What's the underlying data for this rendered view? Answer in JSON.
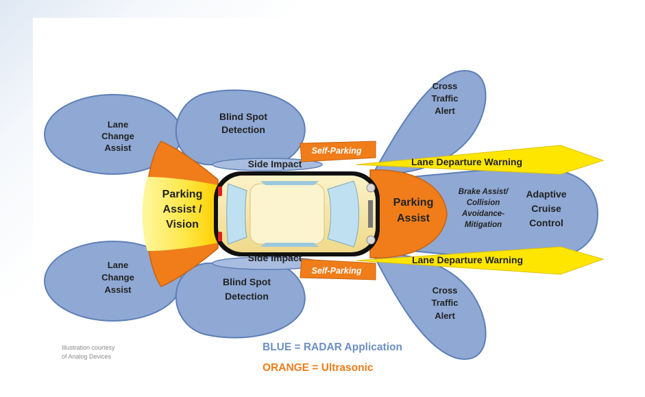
{
  "colors": {
    "radar_fill": "#8fa8d4",
    "radar_stroke": "#5d7fb6",
    "ultrasonic_fill": "#f07d1a",
    "vision_fill": "#ffee55",
    "lane_fill": "#ffe600",
    "car_body": "#f6e7a8",
    "legend_blue": "#6b8fc4",
    "legend_orange": "#f07d1a"
  },
  "zones": {
    "lane_change_top": [
      "Lane",
      "Change",
      "Assist"
    ],
    "lane_change_bottom": [
      "Lane",
      "Change",
      "Assist"
    ],
    "blind_spot_top": [
      "Blind Spot",
      "Detection"
    ],
    "blind_spot_bottom": [
      "Blind Spot",
      "Detection"
    ],
    "cross_traffic_top": [
      "Cross",
      "Traffic",
      "Alert"
    ],
    "cross_traffic_bottom": [
      "Cross",
      "Traffic",
      "Alert"
    ],
    "parking_rear": [
      "Parking",
      "Assist /",
      "Vision"
    ],
    "parking_front": [
      "Parking",
      "Assist"
    ],
    "brake_assist": [
      "Brake Assist/",
      "Collision",
      "Avoidance-",
      "Mitigation"
    ],
    "acc": [
      "Adaptive",
      "Cruise",
      "Control"
    ],
    "side_impact_top": "Side Impact",
    "side_impact_bottom": "Side Impact",
    "self_parking_top": "Self-Parking",
    "self_parking_bottom": "Self-Parking",
    "ldw_top": "Lane Departure Warning",
    "ldw_bottom": "Lane Departure Warning"
  },
  "credit": [
    "Illustration courtesy",
    "of Analog Devices"
  ],
  "legend": {
    "blue": "BLUE = RADAR Application",
    "orange": "ORANGE = Ultrasonic"
  }
}
